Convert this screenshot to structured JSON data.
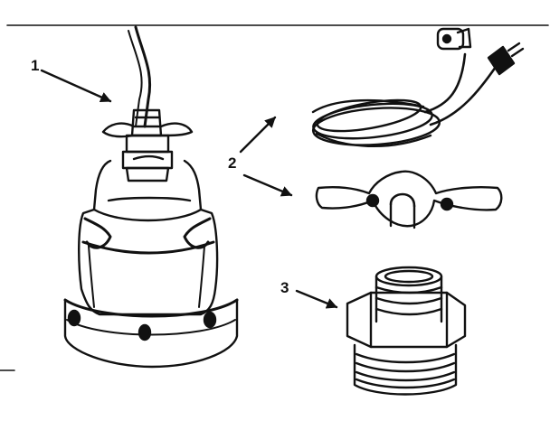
{
  "callouts": {
    "pump": "1",
    "cord_and_handle": "2",
    "adapter_fitting": "3"
  },
  "colors": {
    "ink": "#111111",
    "paper": "#ffffff"
  }
}
